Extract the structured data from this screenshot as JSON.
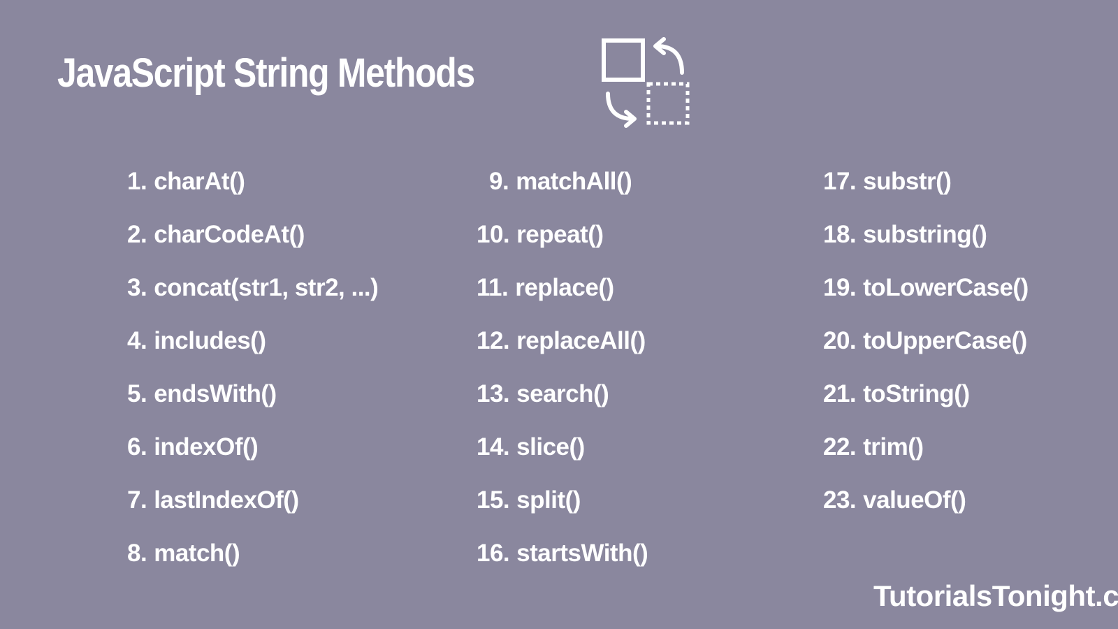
{
  "colors": {
    "background": "#8a879e",
    "title": "#ffffff",
    "text": "#ffffff",
    "logo": "#ffffff",
    "watermark": "#ffffff"
  },
  "title": "JavaScript String Methods",
  "logo_icon": "swap-boxes-icon",
  "methods": [
    {
      "num": "1.",
      "name": "charAt()"
    },
    {
      "num": "2.",
      "name": "charCodeAt()"
    },
    {
      "num": "3.",
      "name": "concat(str1, str2, ...)"
    },
    {
      "num": "4.",
      "name": "includes()"
    },
    {
      "num": "5.",
      "name": "endsWith()"
    },
    {
      "num": "6.",
      "name": "indexOf()"
    },
    {
      "num": "7.",
      "name": "lastIndexOf()"
    },
    {
      "num": "8.",
      "name": "match()"
    },
    {
      "num": "9.",
      "name": "matchAll()"
    },
    {
      "num": "10.",
      "name": "repeat()"
    },
    {
      "num": "11.",
      "name": "replace()"
    },
    {
      "num": "12.",
      "name": "replaceAll()"
    },
    {
      "num": "13.",
      "name": "search()"
    },
    {
      "num": "14.",
      "name": "slice()"
    },
    {
      "num": "15.",
      "name": "split()"
    },
    {
      "num": "16.",
      "name": "startsWith()"
    },
    {
      "num": "17.",
      "name": "substr()"
    },
    {
      "num": "18.",
      "name": "substring()"
    },
    {
      "num": "19.",
      "name": "toLowerCase()"
    },
    {
      "num": "20.",
      "name": "toUpperCase()"
    },
    {
      "num": "21.",
      "name": "toString()"
    },
    {
      "num": "22.",
      "name": "trim()"
    },
    {
      "num": "23.",
      "name": "valueOf()"
    }
  ],
  "watermark": "TutorialsTonight.com"
}
